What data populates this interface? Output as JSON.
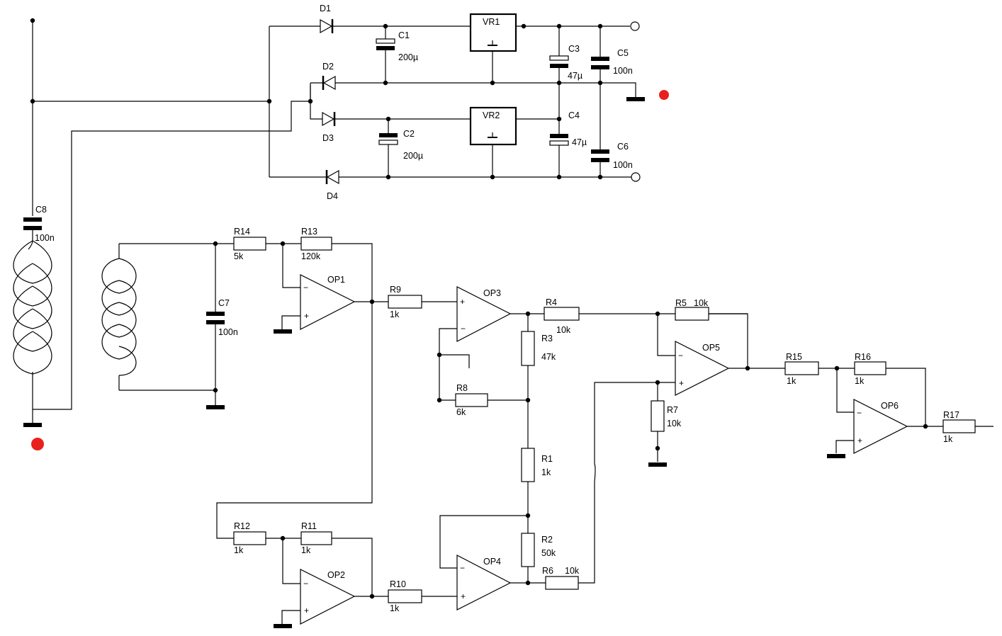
{
  "labels": {
    "D1": "D1",
    "D2": "D2",
    "D3": "D3",
    "D4": "D4",
    "C1": "C1",
    "C1v": "200µ",
    "C2": "C2",
    "C2v": "200µ",
    "C3": "C3",
    "C3v": "47µ",
    "C4": "C4",
    "C4v": "47µ",
    "C5": "C5",
    "C5v": "100n",
    "C6": "C6",
    "C6v": "100n",
    "C7": "C7",
    "C7v": "100n",
    "C8": "C8",
    "C8v": "100n",
    "VR1": "VR1",
    "VR2": "VR2",
    "R1": "R1",
    "R1v": "1k",
    "R2": "R2",
    "R2v": "50k",
    "R3": "R3",
    "R3v": "47k",
    "R4": "R4",
    "R4v": "10k",
    "R5": "R5",
    "R5v": "10k",
    "R6": "R6",
    "R6v": "10k",
    "R7": "R7",
    "R7v": "10k",
    "R8": "R8",
    "R8v": "6k",
    "R9": "R9",
    "R9v": "1k",
    "R10": "R10",
    "R10v": "1k",
    "R11": "R11",
    "R11v": "1k",
    "R12": "R12",
    "R12v": "1k",
    "R13": "R13",
    "R13v": "120k",
    "R14": "R14",
    "R14v": "5k",
    "R15": "R15",
    "R15v": "1k",
    "R16": "R16",
    "R16v": "1k",
    "R17": "R17",
    "R17v": "1k",
    "OP1": "OP1",
    "OP2": "OP2",
    "OP3": "OP3",
    "OP4": "OP4",
    "OP5": "OP5",
    "OP6": "OP6",
    "minus": "−",
    "plus": "+"
  },
  "colors": {
    "wire": "#000000",
    "background": "#ffffff",
    "marker": "#e8211c"
  }
}
